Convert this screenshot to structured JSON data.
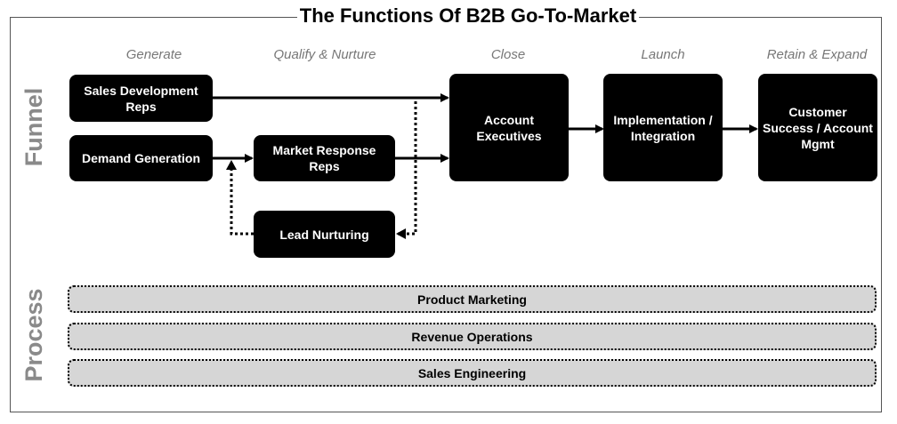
{
  "title": "The Functions Of B2B Go-To-Market",
  "stages": [
    "Generate",
    "Qualify & Nurture",
    "Close",
    "Launch",
    "Retain & Expand"
  ],
  "side_labels": {
    "funnel": "Funnel",
    "process": "Process"
  },
  "funnel_boxes": {
    "sdr": "Sales Development Reps",
    "demand_gen": "Demand Generation",
    "mrr": "Market Response Reps",
    "lead_nurturing": "Lead Nurturing",
    "ae": "Account Executives",
    "implementation": "Implementation / Integration",
    "customer_success": "Customer Success / Account Mgmt"
  },
  "process_bars": [
    "Product Marketing",
    "Revenue Operations",
    "Sales Engineering"
  ]
}
